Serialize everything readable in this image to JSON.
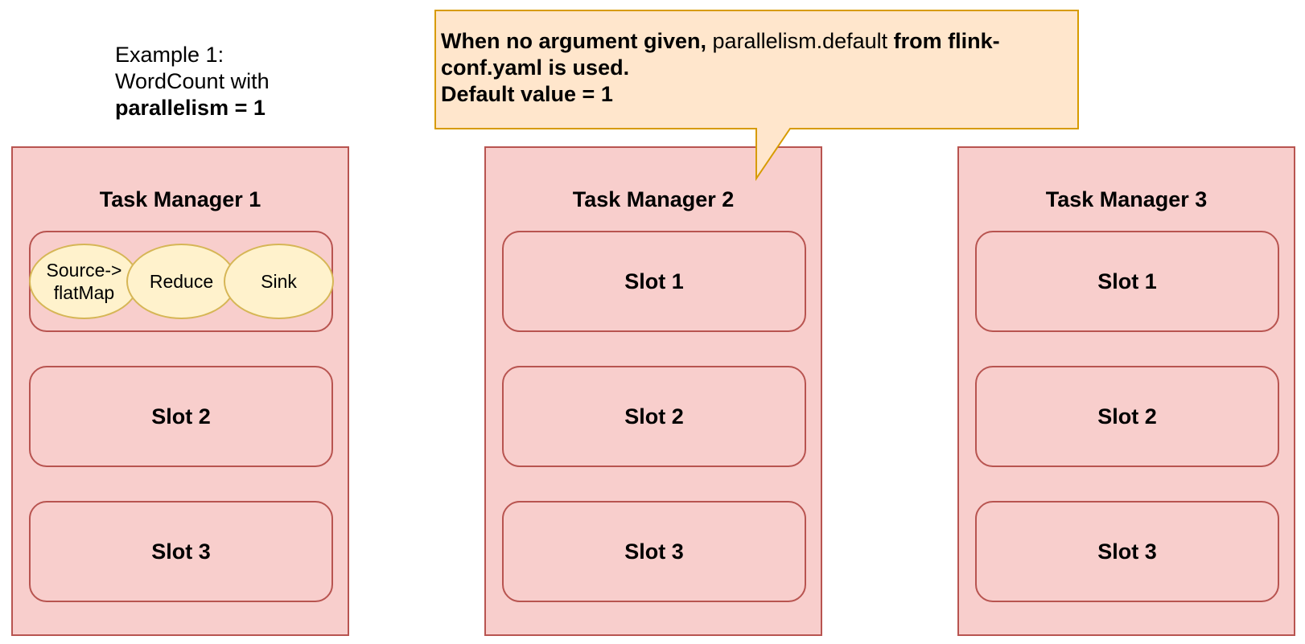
{
  "example": {
    "line1": "Example 1:",
    "line2": "WordCount with",
    "line3": "parallelism = 1"
  },
  "callout": {
    "part1": "When no argument given,",
    "part2": "parallelism.default",
    "part3": "from flink-conf.yaml is used.",
    "part4": "Default value = 1"
  },
  "task_managers": [
    {
      "title": "Task Manager 1",
      "slots": [
        "",
        "Slot 2",
        "Slot 3"
      ],
      "operators": [
        "Source->\nflatMap",
        "Reduce",
        "Sink"
      ]
    },
    {
      "title": "Task Manager 2",
      "slots": [
        "Slot 1",
        "Slot 2",
        "Slot 3"
      ]
    },
    {
      "title": "Task Manager 3",
      "slots": [
        "Slot 1",
        "Slot 2",
        "Slot 3"
      ]
    }
  ],
  "colors": {
    "tm_fill": "#f8cecc",
    "tm_stroke": "#b85450",
    "op_fill": "#fff2cc",
    "op_stroke": "#d6b656",
    "callout_fill": "#ffe6cc",
    "callout_stroke": "#d79b00"
  }
}
